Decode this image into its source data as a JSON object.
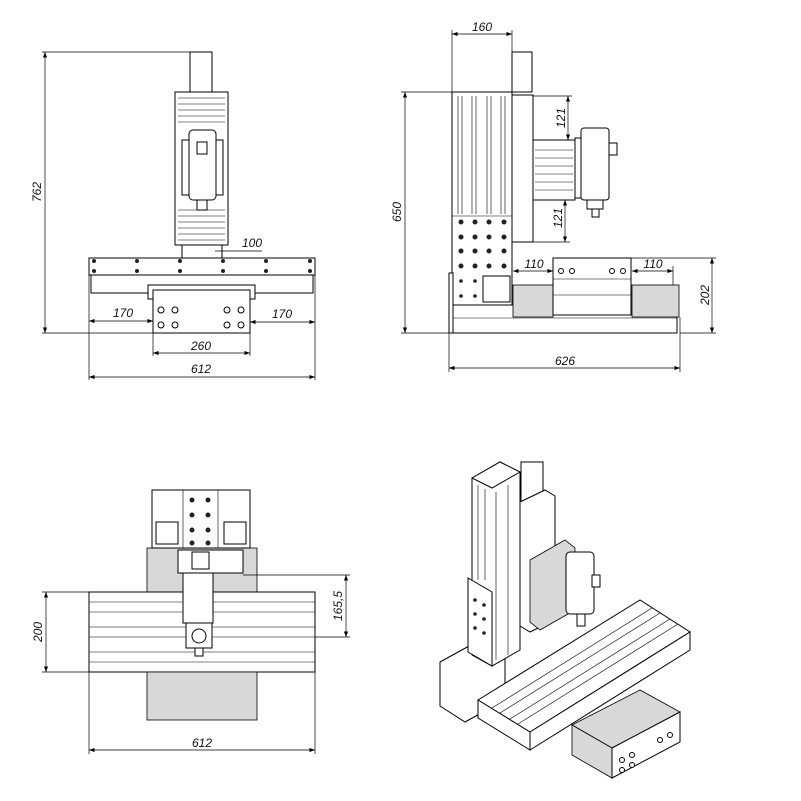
{
  "drawing": {
    "front_view": {
      "overall_height": "762",
      "column_width": "100",
      "left_clearance": "170",
      "right_clearance": "170",
      "table_block_width": "260",
      "overall_width": "612"
    },
    "side_view": {
      "column_depth": "160",
      "z_travel_top": "121",
      "z_travel_bottom": "121",
      "column_height": "650",
      "left_travel": "110",
      "right_travel": "110",
      "table_height": "202",
      "overall_depth": "626"
    },
    "top_view": {
      "table_depth": "200",
      "spindle_offset": "165,5",
      "overall_width": "612"
    }
  }
}
